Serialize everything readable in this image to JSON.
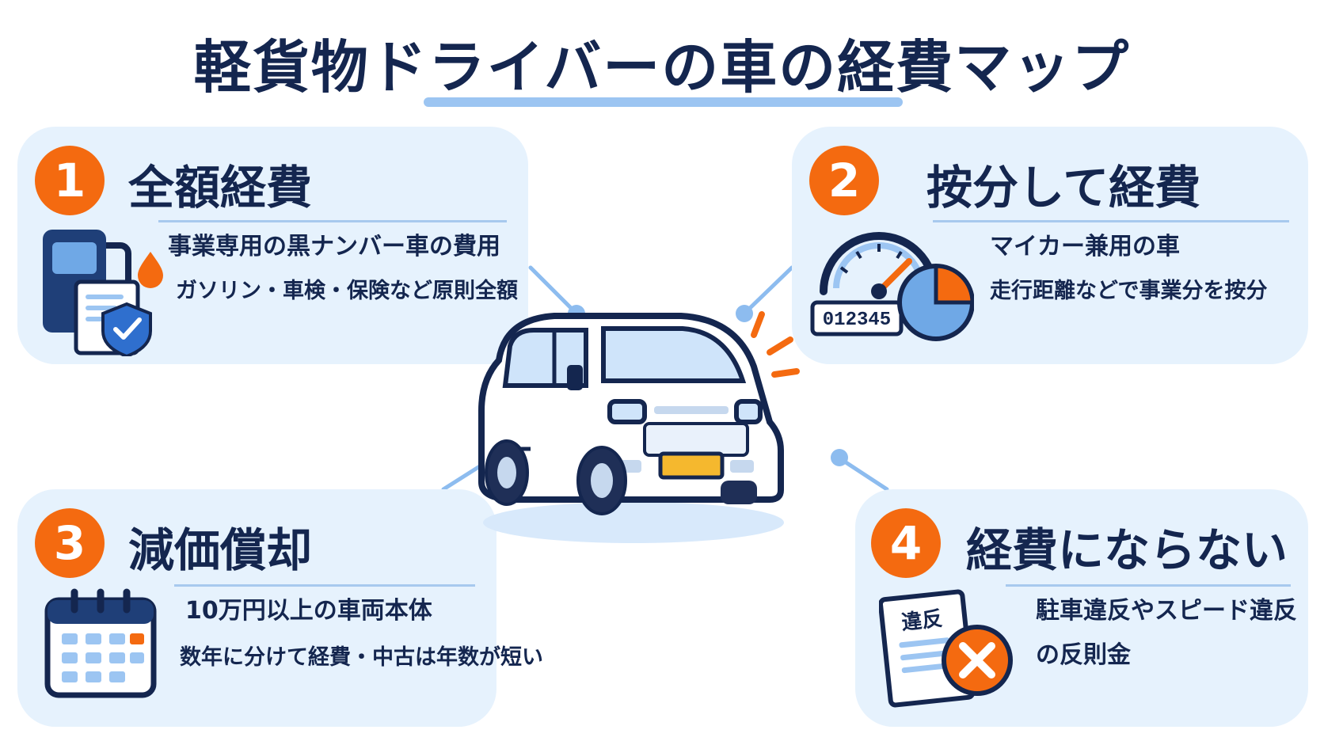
{
  "title": "軽貨物ドライバーの車の経費マップ",
  "colors": {
    "navy": "#14264f",
    "orange": "#f46a10",
    "card_bg": "#e6f2fd",
    "light_blue": "#9cc5f2"
  },
  "cards": [
    {
      "number": "1",
      "title": "全額経費",
      "line1": "事業専用の黒ナンバー車の費用",
      "line2": "ガソリン・車検・保険など原則全額",
      "icon": "fuel-pump-document-shield-icon"
    },
    {
      "number": "2",
      "title": "按分して経費",
      "line1": "マイカー兼用の車",
      "line2": "走行距離などで事業分を按分",
      "icon": "speedometer-pie-chart-icon",
      "odometer": "012345"
    },
    {
      "number": "3",
      "title": "減価償却",
      "line1": "10万円以上の車両本体",
      "line2": "数年に分けて経費・中古は年数が短い",
      "icon": "calendar-icon"
    },
    {
      "number": "4",
      "title": "経費にならない",
      "line1": "駐車違反やスピード違反",
      "line2": "の反則金",
      "icon": "violation-ticket-x-icon",
      "ticket_label": "違反"
    }
  ],
  "center": {
    "icon": "white-van-icon"
  }
}
